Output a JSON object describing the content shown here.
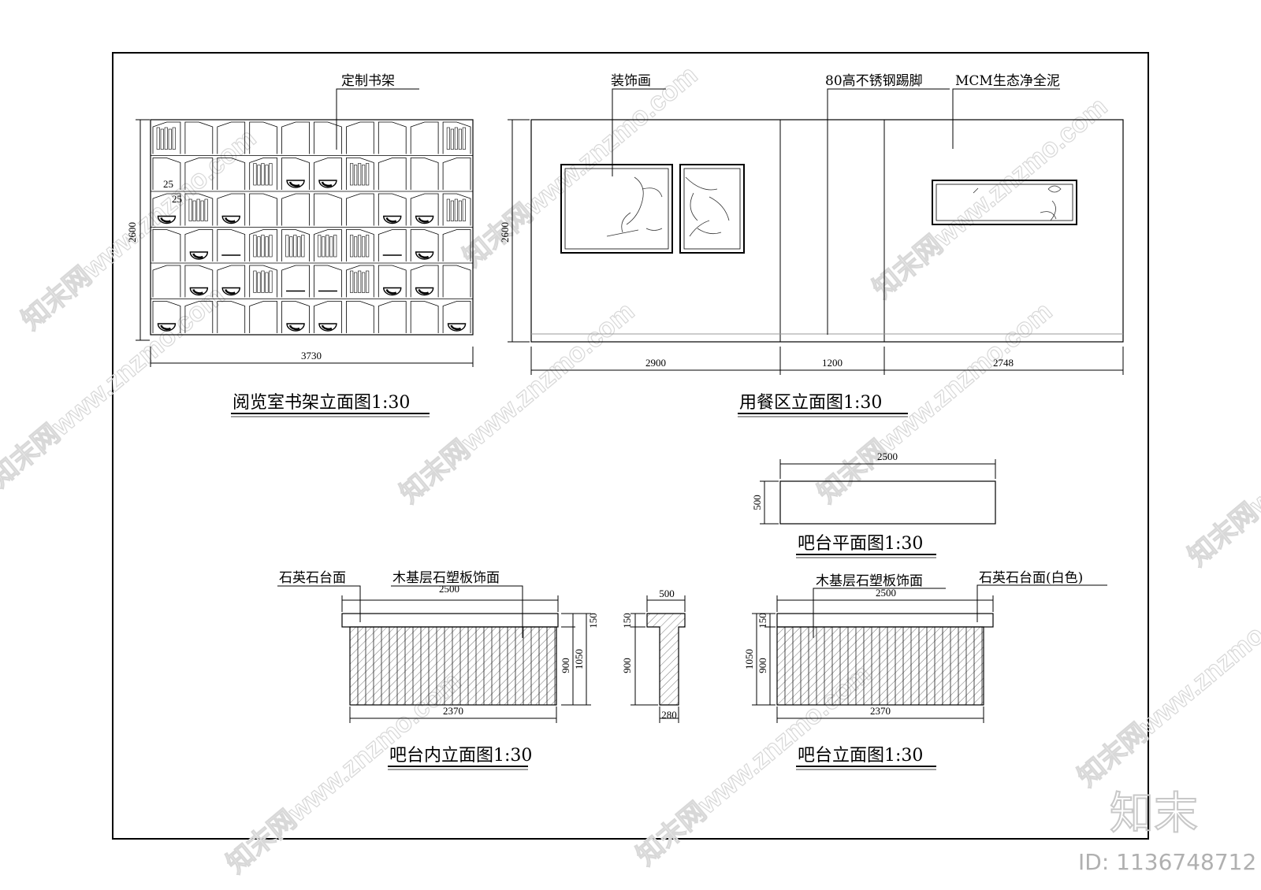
{
  "drawings": {
    "bookshelf": {
      "title": "阅览室书架立面图1:30",
      "callout": "定制书架",
      "height": "2600",
      "width": "3730",
      "small_dim_a": "25",
      "small_dim_b": "25"
    },
    "dining": {
      "title": "用餐区立面图1:30",
      "callout_painting": "装饰画",
      "callout_skirting": "80高不锈钢踢脚",
      "callout_wall": "MCM生态净全泥",
      "height": "2600",
      "seg1": "2900",
      "seg2": "1200",
      "seg3": "2748"
    },
    "bar_plan": {
      "title": "吧台平面图1:30",
      "length": "2500",
      "depth": "500"
    },
    "bar_inner": {
      "title": "吧台内立面图1:30",
      "callout_top": "石英石台面",
      "callout_face": "木基层石塑板饰面",
      "top_len": "2500",
      "base_len": "2370",
      "h_top": "150",
      "h_body": "900",
      "h_total": "1050"
    },
    "bar_section": {
      "top_w": "500",
      "base_w": "280",
      "h_top": "150",
      "h_body": "900"
    },
    "bar_front": {
      "title": "吧台立面图1:30",
      "callout_face": "木基层石塑板饰面",
      "callout_top": "石英石台面(白色)",
      "top_len": "2500",
      "base_len": "2370",
      "h_top": "150",
      "h_body": "900",
      "h_total": "1050"
    }
  },
  "watermark": {
    "text": "知末网www.znzmo.com"
  },
  "brand": {
    "logo": "知末",
    "id": "ID: 1136748712"
  }
}
